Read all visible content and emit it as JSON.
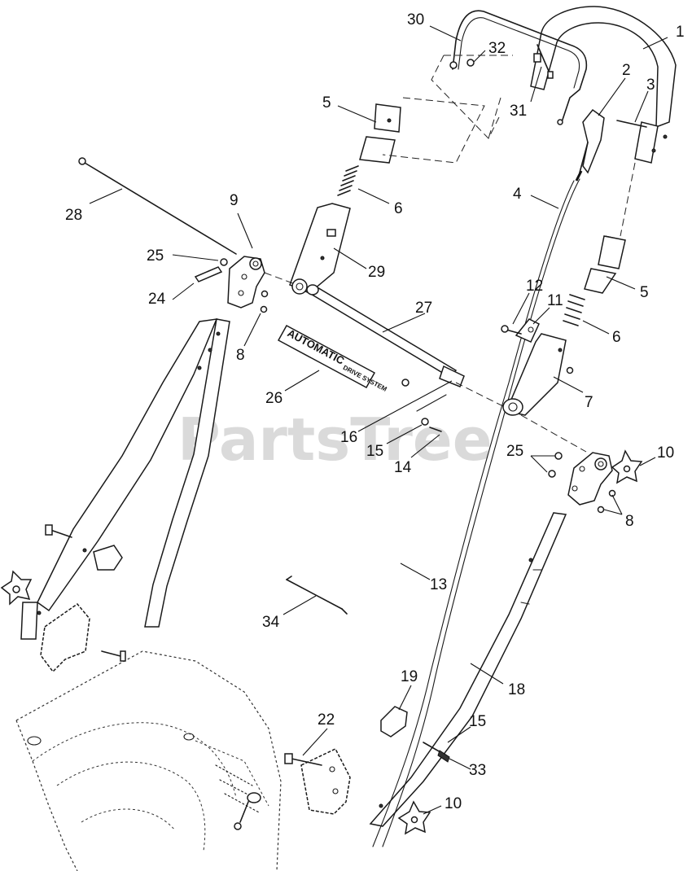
{
  "watermark": "PartsTree",
  "decal": {
    "brand": "AUTOMATIC",
    "sub": "DRIVE SYSTEM"
  },
  "labels": [
    {
      "id": "l-30",
      "text": "30"
    },
    {
      "id": "l-32",
      "text": "32"
    },
    {
      "id": "l-1",
      "text": "1"
    },
    {
      "id": "l-2",
      "text": "2"
    },
    {
      "id": "l-3",
      "text": "3"
    },
    {
      "id": "l-31",
      "text": "31"
    },
    {
      "id": "l-5a",
      "text": "5"
    },
    {
      "id": "l-6a",
      "text": "6"
    },
    {
      "id": "l-4",
      "text": "4"
    },
    {
      "id": "l-28",
      "text": "28"
    },
    {
      "id": "l-9",
      "text": "9"
    },
    {
      "id": "l-25a",
      "text": "25"
    },
    {
      "id": "l-29",
      "text": "29"
    },
    {
      "id": "l-24",
      "text": "24"
    },
    {
      "id": "l-5b",
      "text": "5"
    },
    {
      "id": "l-12",
      "text": "12"
    },
    {
      "id": "l-11",
      "text": "11"
    },
    {
      "id": "l-27",
      "text": "27"
    },
    {
      "id": "l-6b",
      "text": "6"
    },
    {
      "id": "l-8a",
      "text": "8"
    },
    {
      "id": "l-7",
      "text": "7"
    },
    {
      "id": "l-26",
      "text": "26"
    },
    {
      "id": "l-16",
      "text": "16"
    },
    {
      "id": "l-15a",
      "text": "15"
    },
    {
      "id": "l-14",
      "text": "14"
    },
    {
      "id": "l-25b",
      "text": "25"
    },
    {
      "id": "l-10a",
      "text": "10"
    },
    {
      "id": "l-8b",
      "text": "8"
    },
    {
      "id": "l-13",
      "text": "13"
    },
    {
      "id": "l-34",
      "text": "34"
    },
    {
      "id": "l-18",
      "text": "18"
    },
    {
      "id": "l-19",
      "text": "19"
    },
    {
      "id": "l-22",
      "text": "22"
    },
    {
      "id": "l-15b",
      "text": "15"
    },
    {
      "id": "l-33",
      "text": "33"
    },
    {
      "id": "l-10b",
      "text": "10"
    }
  ]
}
